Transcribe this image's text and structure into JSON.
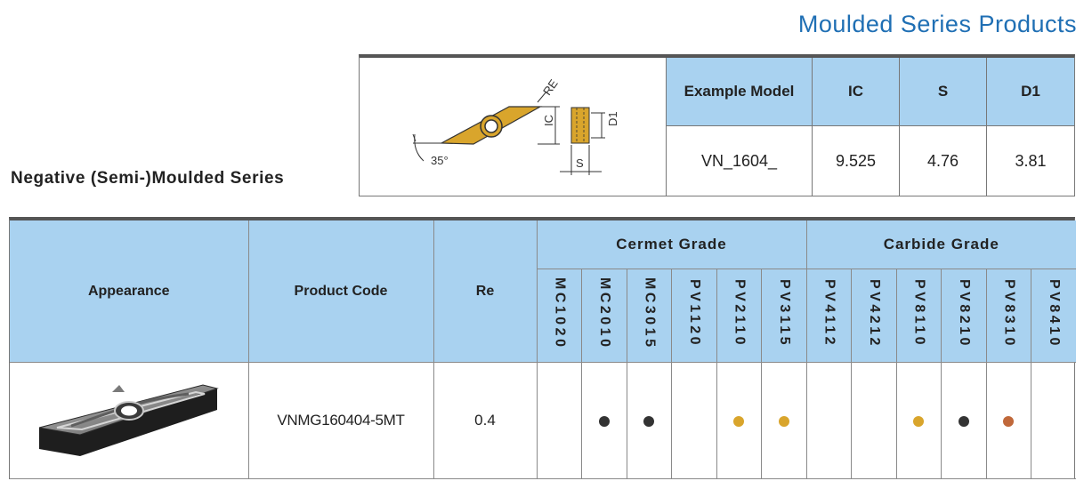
{
  "header": {
    "title": "Moulded Series Products"
  },
  "series_title": "Negative (Semi-)Moulded Series",
  "spec": {
    "drawing_labels": {
      "re": "RE",
      "ic": "IC",
      "d1": "D1",
      "s": "S",
      "angle": "35°"
    },
    "headers": [
      "Example Model",
      "IC",
      "S",
      "D1"
    ],
    "values": [
      "VN_1604_",
      "9.525",
      "4.76",
      "3.81"
    ]
  },
  "table": {
    "headers": {
      "appearance": "Appearance",
      "product_code": "Product Code",
      "re": "Re"
    },
    "groups": {
      "cermet": "Cermet Grade",
      "carbide": "Carbide Grade"
    },
    "cermet_grades": [
      "MC1020",
      "MC2010",
      "MC3015",
      "PV1120",
      "PV2110",
      "PV3115"
    ],
    "carbide_grades": [
      "PV4112",
      "PV4212",
      "PV8110",
      "PV8210",
      "PV8310",
      "PV8410"
    ],
    "rows": [
      {
        "product_code": "VNMG160404-5MT",
        "re": "0.4",
        "dots": [
          "",
          "black",
          "black",
          "",
          "gold",
          "gold",
          "",
          "",
          "gold",
          "black",
          "brown",
          ""
        ]
      }
    ]
  },
  "colors": {
    "black": "#333333",
    "gold": "#d9a52c",
    "brown": "#c0683a",
    "header_blue": "#a9d2f0",
    "title_blue": "#1f6fb4"
  }
}
